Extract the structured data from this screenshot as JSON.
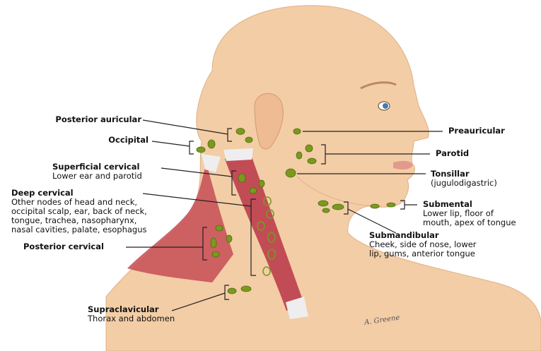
{
  "title": "Lymph nodes of the head and neck",
  "labels": {
    "posterior_auricular": {
      "name": "Posterior auricular"
    },
    "occipital": {
      "name": "Occipital"
    },
    "superficial_cervical": {
      "name": "Superficial cervical",
      "desc": "Lower ear and parotid"
    },
    "deep_cervical": {
      "name": "Deep cervical",
      "desc": [
        "Other nodes of head and neck,",
        "occipital scalp, ear, back of neck,",
        "tongue, trachea, nasopharynx,",
        "nasal cavities, palate, esophagus"
      ]
    },
    "posterior_cervical": {
      "name": "Posterior cervical"
    },
    "supraclavicular": {
      "name": "Supraclavicular",
      "desc": "Thorax and abdomen"
    },
    "preauricular": {
      "name": "Preauricular"
    },
    "parotid": {
      "name": "Parotid"
    },
    "tonsillar": {
      "name": "Tonsillar",
      "desc": "(jugulodigastric)"
    },
    "submental": {
      "name": "Submental",
      "desc": [
        "Lower lip, floor of",
        "mouth, apex of tongue"
      ]
    },
    "submandibular": {
      "name": "Submandibular",
      "desc": [
        "Cheek, side of nose, lower",
        "lip, gums, anterior tongue"
      ]
    }
  },
  "signature": "A. Greene",
  "colors": {
    "skin": "#f3cda6",
    "muscle": "#c9545a",
    "node": "#7a9a1e",
    "line": "#222222"
  }
}
